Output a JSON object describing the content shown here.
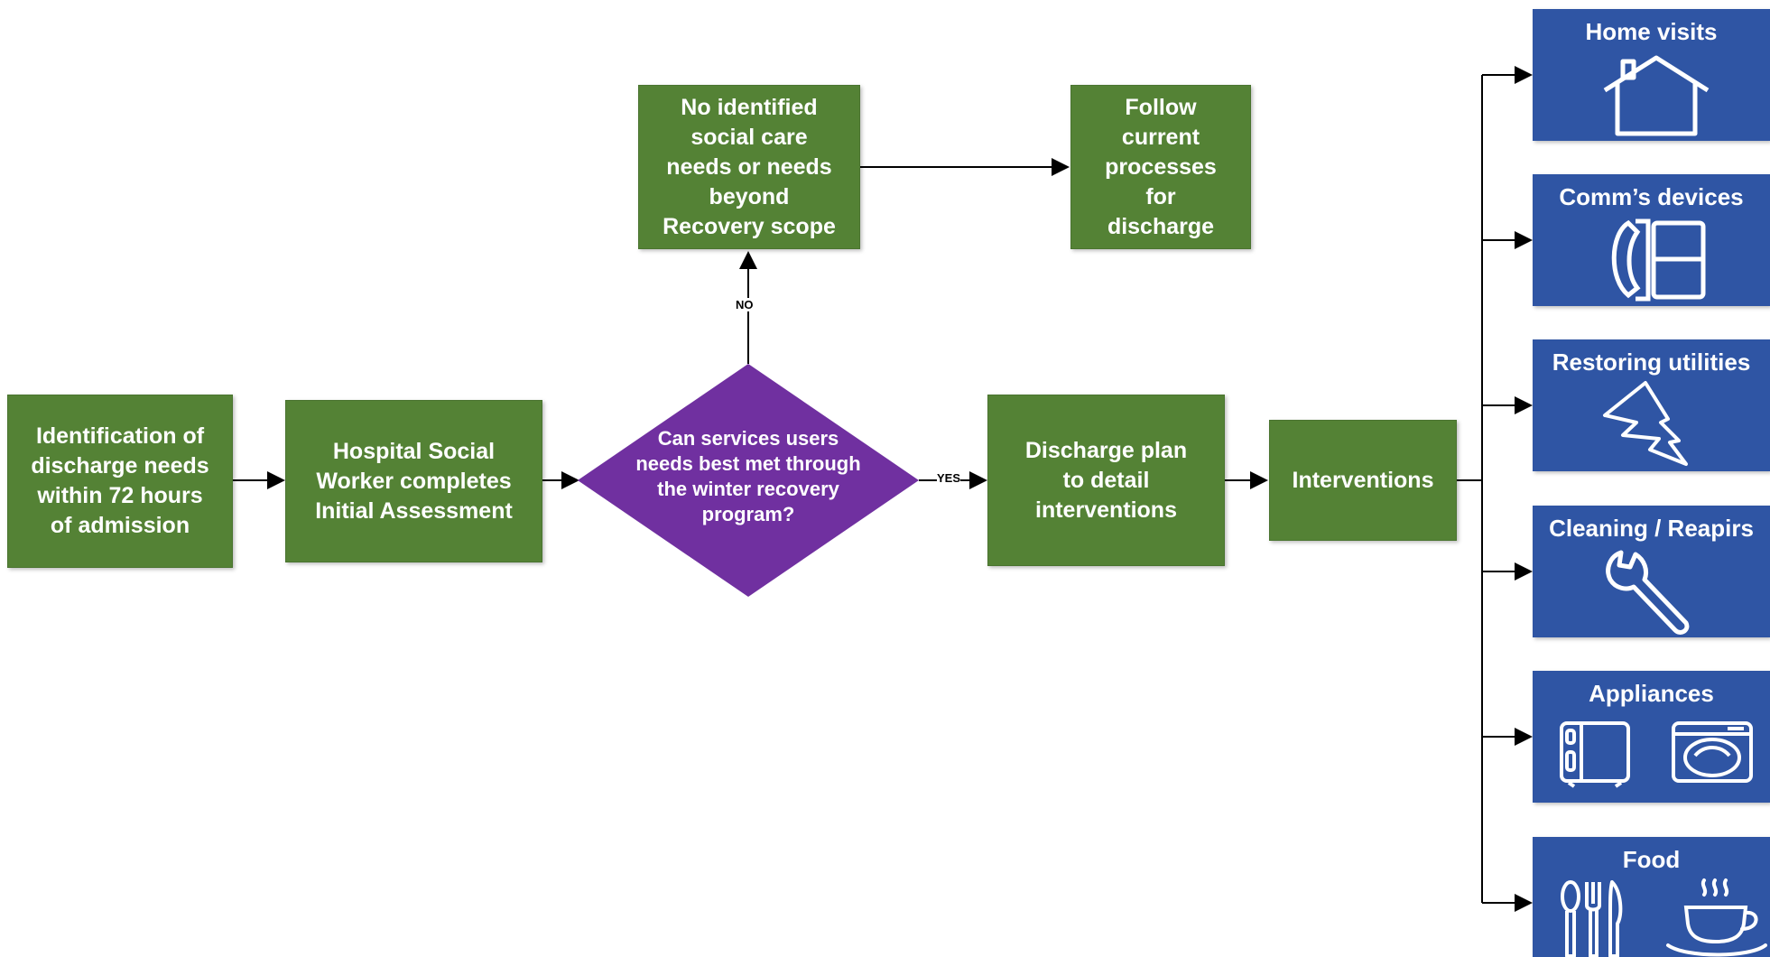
{
  "nodes": {
    "identification": "Identification of\ndischarge needs\nwithin 72 hours\nof admission",
    "assessment": "Hospital Social\nWorker completes\nInitial Assessment",
    "decision": "Can services users\nneeds best met through\nthe winter recovery\nprogram?",
    "no_needs": "No identified\nsocial care\nneeds or needs\nbeyond\nRecovery scope",
    "follow": "Follow\ncurrent\nprocesses\nfor\ndischarge",
    "discharge_plan": "Discharge plan\nto detail\ninterventions",
    "interventions": "Interventions"
  },
  "edge_labels": {
    "no": "NO",
    "yes": "YES"
  },
  "interventions": [
    {
      "title": "Home visits",
      "icon": "house-icon"
    },
    {
      "title": "Comm’s devices",
      "icon": "phone-icon"
    },
    {
      "title": "Restoring utilities",
      "icon": "lightning-icon"
    },
    {
      "title": "Cleaning / Reapirs",
      "icon": "wrench-icon"
    },
    {
      "title": "Appliances",
      "icon": "fridge-icon"
    },
    {
      "title": "Food",
      "icon": "cutlery-icon"
    }
  ],
  "colors": {
    "process": "#548235",
    "decision": "#7030a0",
    "intervention": "#2f55a4"
  }
}
